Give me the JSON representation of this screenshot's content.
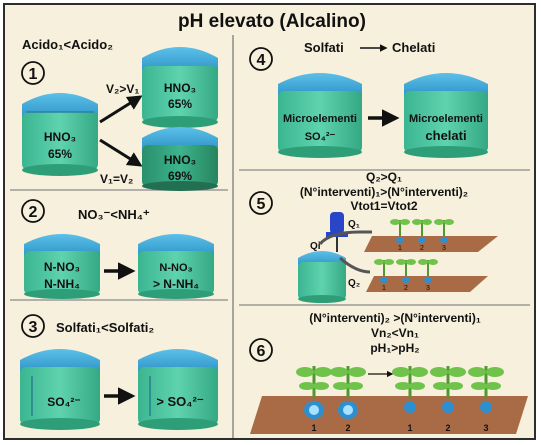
{
  "title": "pH elevato (Alcalino)",
  "colors": {
    "background": "#f6f0dc",
    "tank_top": "#3fa7d6",
    "tank_body": "#4cc9a3",
    "tank_dark": "#2e9e78",
    "soil": "#a86b45",
    "plant": "#6fc24a"
  },
  "panel1": {
    "number": "1",
    "heading": "Acido₁<Acido₂",
    "tank_a": {
      "line1": "HNO₃",
      "line2": "65%"
    },
    "tank_b": {
      "line1": "HNO₃",
      "line2": "65%"
    },
    "tank_c": {
      "line1": "HNO₃",
      "line2": "69%"
    },
    "label_upper": "V₂>V₁",
    "label_lower": "V₁=V₂"
  },
  "panel2": {
    "number": "2",
    "heading": "NO₃⁻<NH₄⁺",
    "tank_a": {
      "line1": "N-NO₃",
      "line2": "N-NH₄"
    },
    "tank_b": {
      "line1": "N-NO₃",
      "line2": "> N-NH₄"
    }
  },
  "panel3": {
    "number": "3",
    "heading": "Solfati₁<Solfati₂",
    "tank_a": {
      "line1": "SO₄²⁻"
    },
    "tank_b": {
      "line1": "> SO₄²⁻"
    }
  },
  "panel4": {
    "number": "4",
    "heading_left": "Solfati",
    "heading_right": "Chelati",
    "tank_a": {
      "line1": "Microelementi",
      "line2": "SO₄²⁻"
    },
    "tank_b": {
      "line1": "Microelementi",
      "line2": "chelati"
    }
  },
  "panel5": {
    "number": "5",
    "line1": "Q₂>Q₁",
    "line2": "(N°interventi)₁>(N°interventi)₂",
    "line3": "Vtot1=Vtot2",
    "label_qi": "Qi",
    "label_q1": "Q₁",
    "label_q2": "Q₂",
    "plot_numbers": [
      "1",
      "2",
      "3"
    ]
  },
  "panel6": {
    "number": "6",
    "line1": "(N°interventi)₂  >(N°interventi)₁",
    "line2": "Vn₂<Vn₁",
    "line3": "pH₁>pH₂",
    "plot_numbers_left": [
      "1",
      "2"
    ],
    "plot_numbers_right": [
      "1",
      "2",
      "3"
    ]
  }
}
